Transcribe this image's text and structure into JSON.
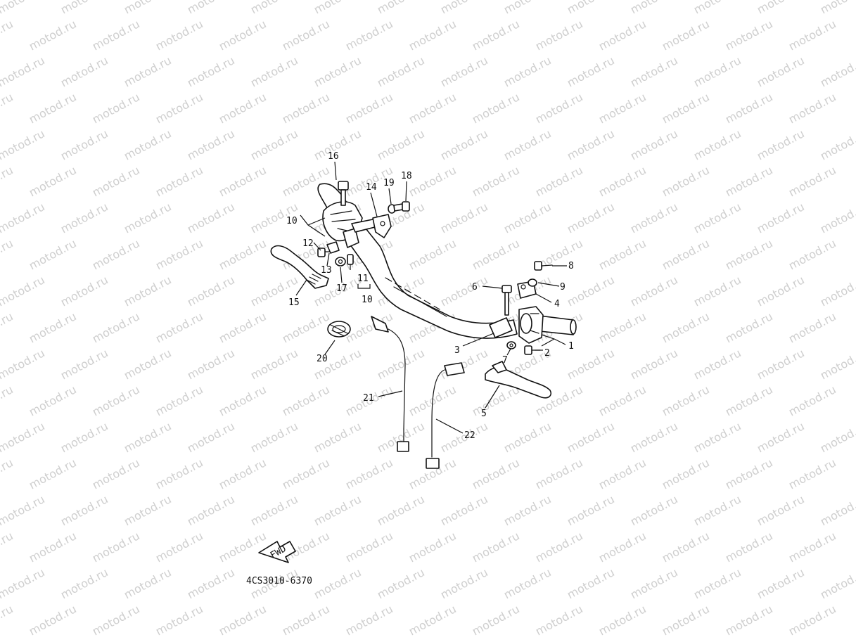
{
  "watermark_text": "motod.ru",
  "fwd_label": "FWD",
  "diagram_code": "4CS3010-6370",
  "callouts": [
    {
      "id": "c1",
      "text": "1"
    },
    {
      "id": "c2",
      "text": "2"
    },
    {
      "id": "c3",
      "text": "3"
    },
    {
      "id": "c4",
      "text": "4"
    },
    {
      "id": "c5",
      "text": "5"
    },
    {
      "id": "c6",
      "text": "6"
    },
    {
      "id": "c7",
      "text": "7"
    },
    {
      "id": "c8",
      "text": "8"
    },
    {
      "id": "c9",
      "text": "9"
    },
    {
      "id": "c10a",
      "text": "10"
    },
    {
      "id": "c10b",
      "text": "10"
    },
    {
      "id": "c11",
      "text": "11"
    },
    {
      "id": "c12",
      "text": "12"
    },
    {
      "id": "c13",
      "text": "13"
    },
    {
      "id": "c14",
      "text": "14"
    },
    {
      "id": "c15",
      "text": "15"
    },
    {
      "id": "c16",
      "text": "16"
    },
    {
      "id": "c17",
      "text": "17"
    },
    {
      "id": "c18",
      "text": "18"
    },
    {
      "id": "c19",
      "text": "19"
    },
    {
      "id": "c20",
      "text": "20"
    },
    {
      "id": "c21",
      "text": "21"
    },
    {
      "id": "c22",
      "text": "22"
    }
  ]
}
